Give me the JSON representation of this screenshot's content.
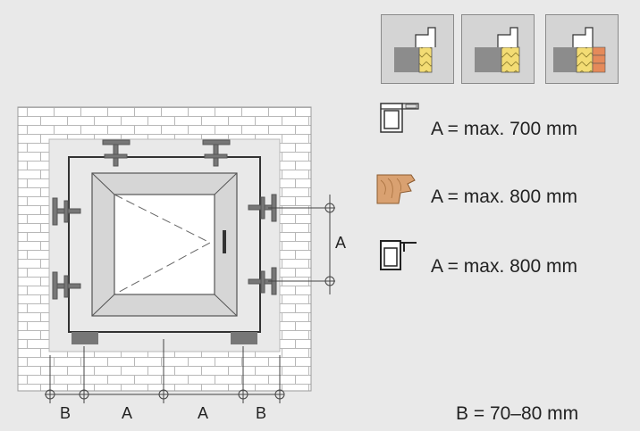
{
  "spec": {
    "plastic": "A = max. 700 mm",
    "wood": "A = max. 800 mm",
    "aluminium": "A = max. 800 mm",
    "edge_distance": "B = 70–80 mm"
  },
  "dimension_labels": {
    "right_a": "A",
    "bottom": [
      "B",
      "A",
      "A",
      "B"
    ]
  },
  "colors": {
    "background": "#e9e9e9",
    "wall_white": "#ffffff",
    "frame_grey": "#d6d6d6",
    "insulation_yellow": "#f3dc74",
    "brick_orange": "#e58a5a",
    "wood_tan": "#d9a171"
  },
  "icons": [
    "wall-section-icon",
    "insulated-wall-icon",
    "brick-insulated-wall-icon",
    "plastic-profile-icon",
    "wood-profile-icon",
    "aluminium-profile-icon"
  ]
}
